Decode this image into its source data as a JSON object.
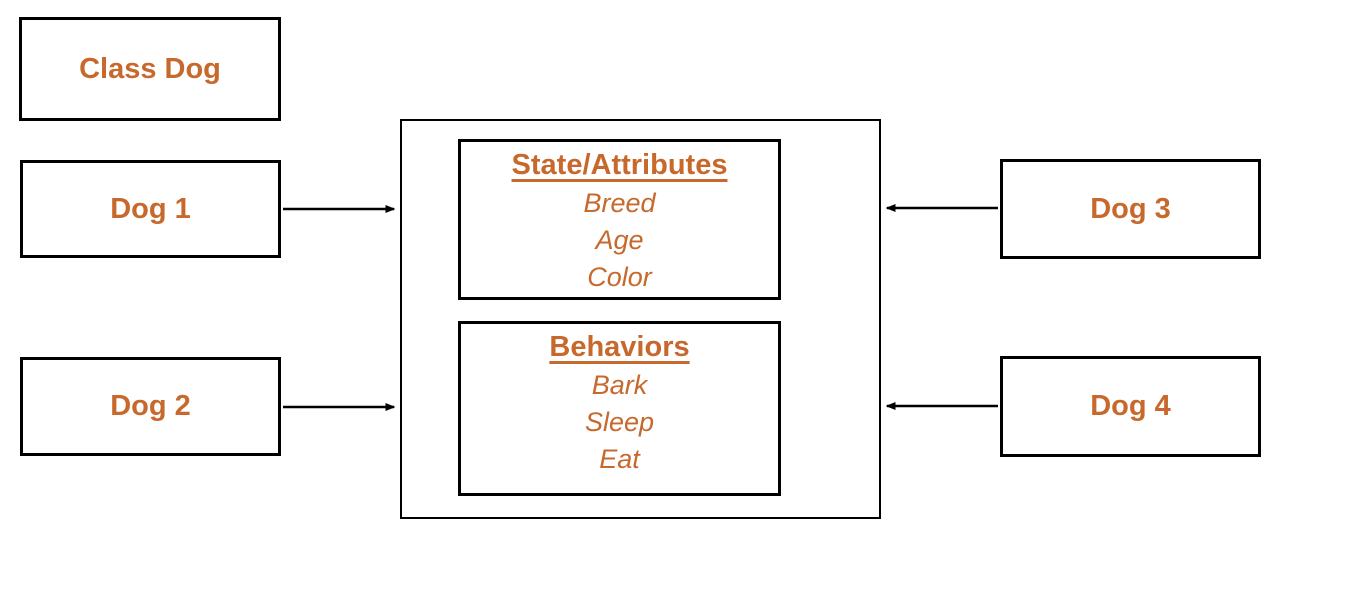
{
  "diagram": {
    "title_box": {
      "label": "Class Dog"
    },
    "instances": [
      {
        "label": "Dog 1"
      },
      {
        "label": "Dog 2"
      },
      {
        "label": "Dog 3"
      },
      {
        "label": "Dog 4"
      }
    ],
    "class_box": {
      "sections": [
        {
          "title": "State/Attributes",
          "items": [
            "Breed",
            "Age",
            "Color"
          ]
        },
        {
          "title": "Behaviors",
          "items": [
            "Bark",
            "Sleep",
            "Eat"
          ]
        }
      ]
    },
    "colors": {
      "accent_text": "#C7692C",
      "border": "#000000",
      "background": "#FFFFFF"
    }
  }
}
